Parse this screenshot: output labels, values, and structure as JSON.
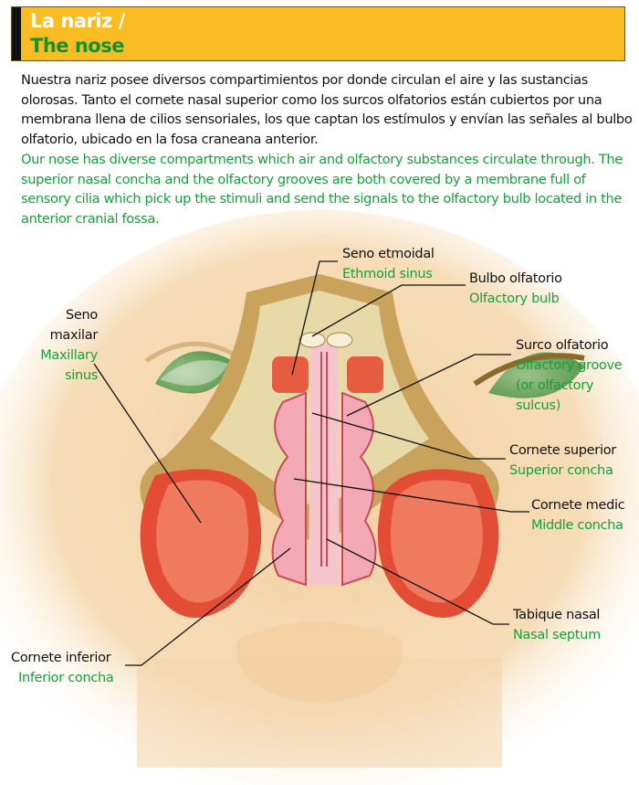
{
  "header": {
    "title_es": "La nariz /",
    "title_en": "The nose"
  },
  "intro": {
    "es": "Nuestra nariz posee diversos compartimientos por donde circulan el aire y las sustancias olorosas. Tanto el cornete nasal superior como los surcos olfatorios están cubiertos por una membrana llena de cilios sensoriales, los que captan los estímulos y envían las señales al bulbo olfatorio, ubicado en la fosa craneana anterior.",
    "en": "Our nose has diverse compartments which air and olfactory substances circulate through. The superior nasal concha and the olfactory grooves are both covered by a membrane full of sensory cilia which pick up the stimuli and send the signals to the olfactory bulb located in the anterior cranial fossa."
  },
  "labels": {
    "ethmoid": {
      "es": "Seno etmoidal",
      "en": "Ethmoid sinus"
    },
    "bulb": {
      "es": "Bulbo olfatorio",
      "en": "Olfactory bulb"
    },
    "maxillary": {
      "es1": "Seno",
      "es2": "maxilar",
      "en1": "Maxillary",
      "en2": "sinus"
    },
    "groove": {
      "es": "Surco olfatorio",
      "en1": "Olfactory groove",
      "en2": "(or olfactory",
      "en3": "sulcus)"
    },
    "superior": {
      "es": "Cornete superior",
      "en": "Superior concha"
    },
    "middle": {
      "es": "Cornete medic",
      "en": "Middle concha"
    },
    "septum": {
      "es": "Tabique nasal",
      "en": "Nasal septum"
    },
    "inferior": {
      "es": "Cornete inferior",
      "en": "Inferior concha"
    }
  }
}
